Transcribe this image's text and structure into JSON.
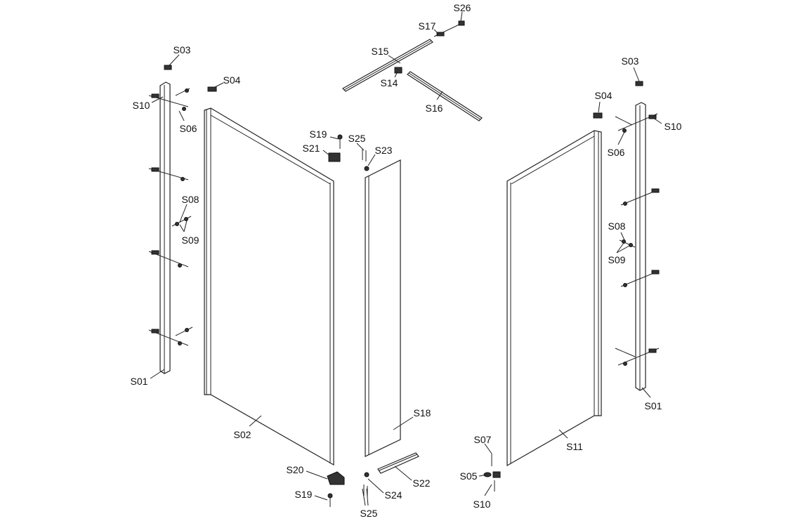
{
  "diagram": {
    "title": "Shower enclosure exploded parts diagram",
    "labels": {
      "l_s03": "S03",
      "l_s04": "S04",
      "l_s10": "S10",
      "l_s06": "S06",
      "l_s08": "S08",
      "l_s09": "S09",
      "l_s01": "S01",
      "l_s02": "S02",
      "c_s19a": "S19",
      "c_s21": "S21",
      "c_s25a": "S25",
      "c_s23": "S23",
      "t_s26": "S26",
      "t_s17": "S17",
      "t_s15": "S15",
      "t_s14": "S14",
      "t_s16": "S16",
      "c_s18": "S18",
      "c_s20": "S20",
      "c_s24": "S24",
      "c_s22": "S22",
      "c_s19b": "S19",
      "c_s25b": "S25",
      "r_s07": "S07",
      "r_s05": "S05",
      "r_s10b": "S10",
      "r_s11": "S11",
      "r_s01": "S01",
      "r_s03": "S03",
      "r_s04": "S04",
      "r_s10": "S10",
      "r_s06": "S06",
      "r_s08": "S08",
      "r_s09": "S09"
    }
  }
}
